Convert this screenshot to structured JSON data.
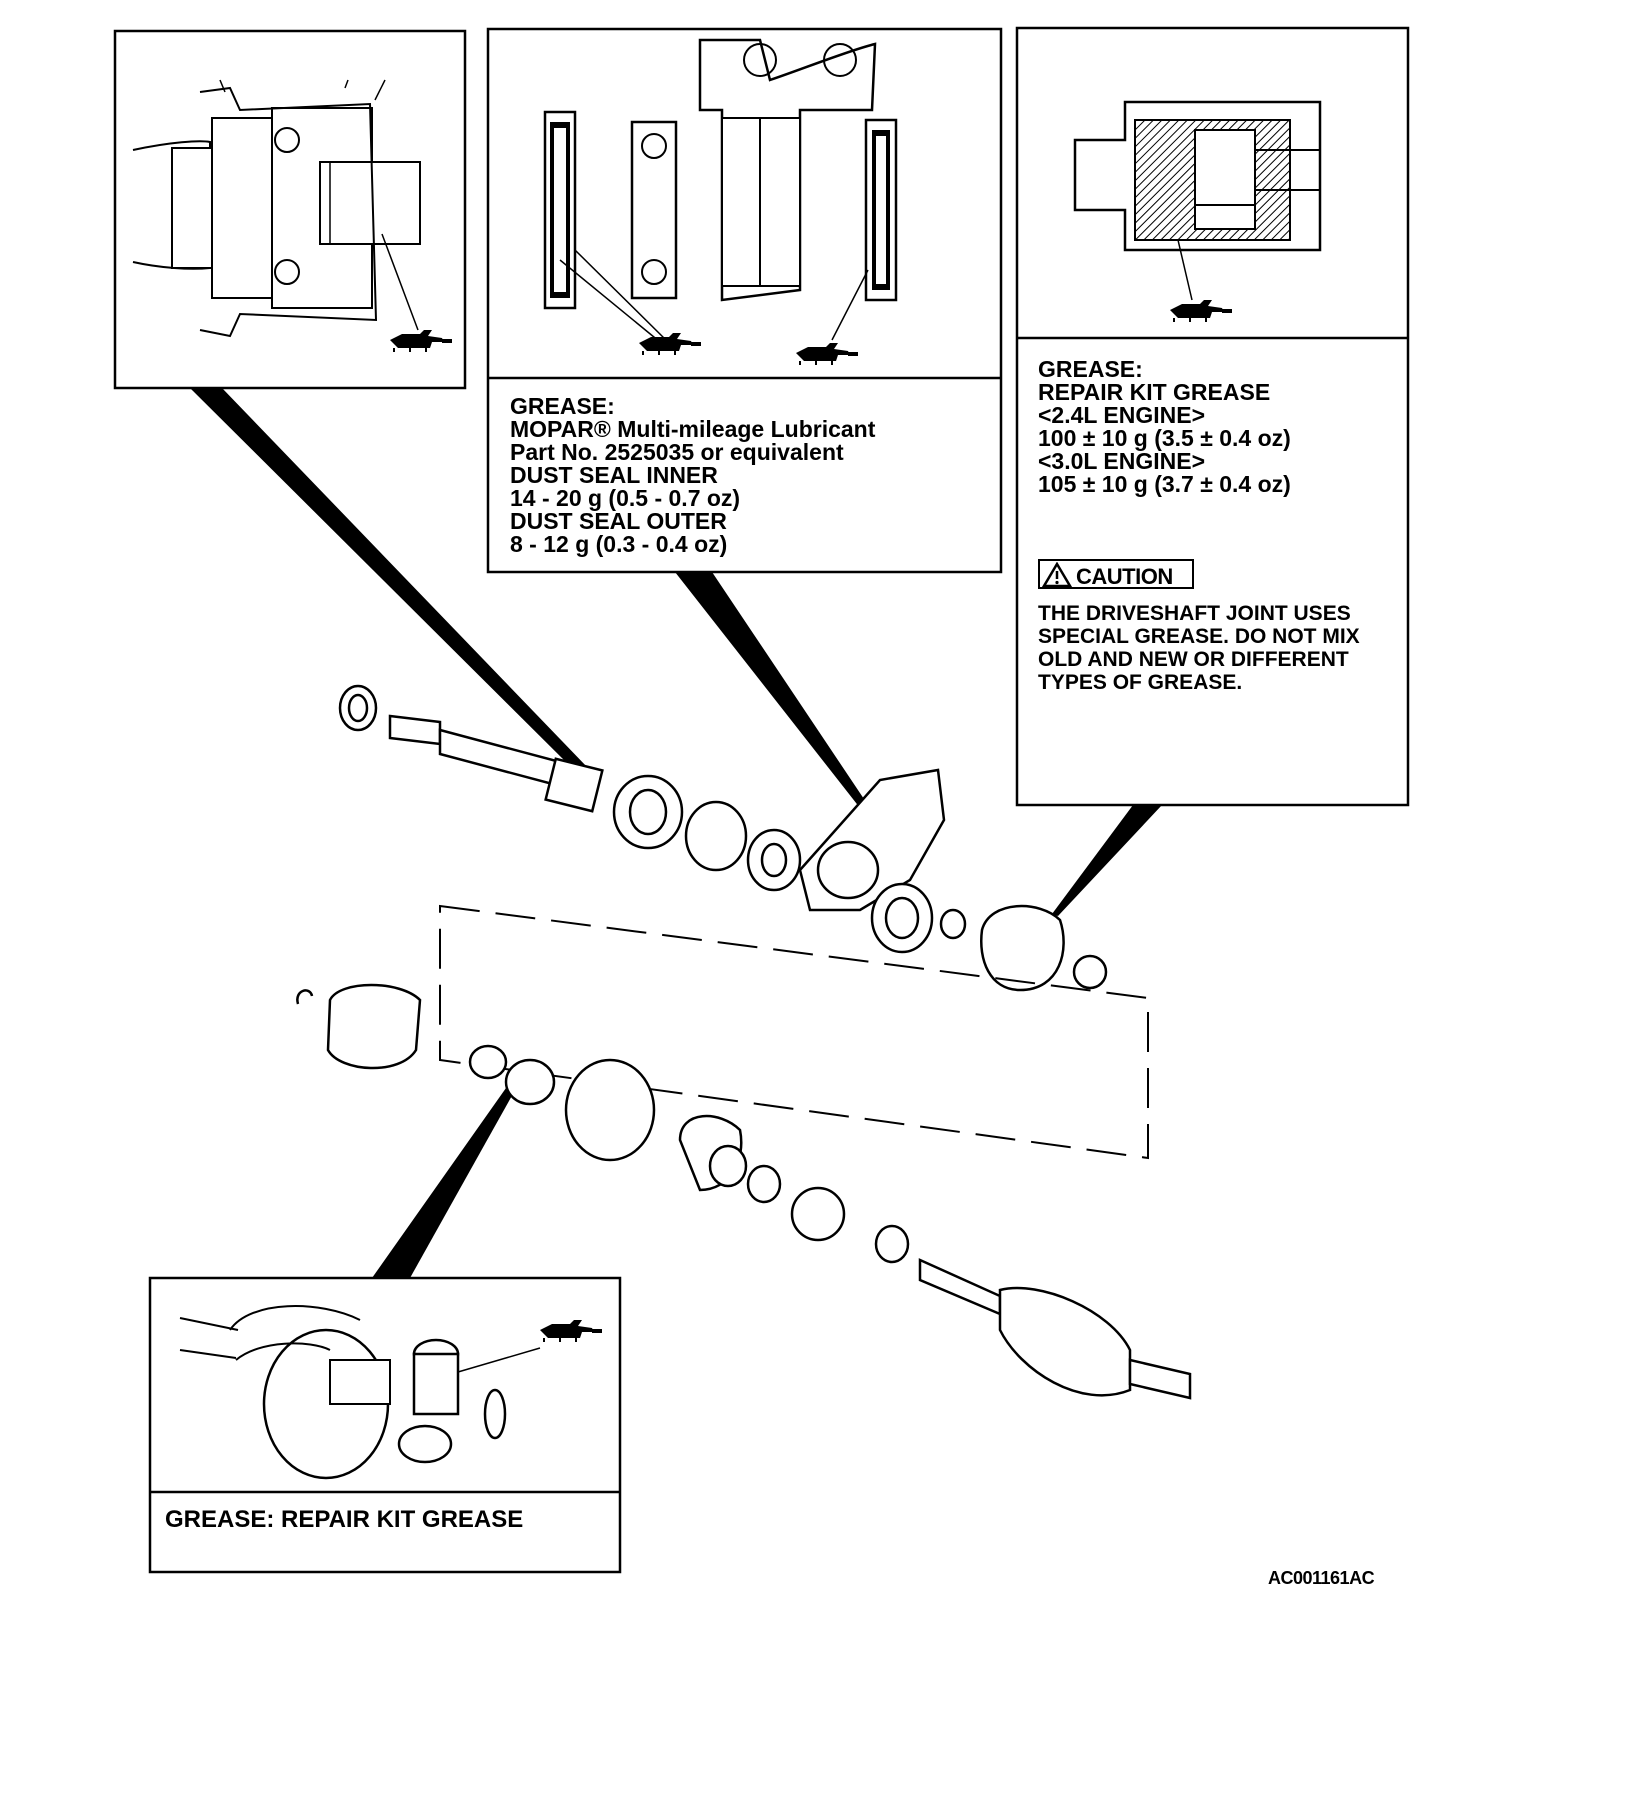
{
  "center_note": {
    "lines": [
      "GREASE:",
      "MOPAR® Multi-mileage Lubricant",
      "Part No. 2525035 or equivalent",
      "DUST SEAL INNER",
      "14 - 20 g (0.5 - 0.7 oz)",
      "DUST SEAL OUTER",
      "8 - 12 g (0.3 - 0.4 oz)"
    ]
  },
  "right_note": {
    "lines": [
      "GREASE:",
      "REPAIR KIT GREASE",
      "<2.4L ENGINE>",
      "100 ± 10 g (3.5 ± 0.4 oz)",
      "<3.0L ENGINE>",
      "105 ± 10 g (3.7 ± 0.4 oz)"
    ],
    "caution_label": "CAUTION",
    "caution_lines": [
      "THE DRIVESHAFT JOINT USES",
      "SPECIAL GREASE. DO NOT MIX",
      "OLD AND NEW OR DIFFERENT",
      "TYPES OF GREASE."
    ]
  },
  "bottom_note": {
    "text": "GREASE: REPAIR KIT GREASE"
  },
  "figure_id": "AC001161AC",
  "icons": [
    "grease-gun-icon",
    "warning-triangle-icon"
  ]
}
